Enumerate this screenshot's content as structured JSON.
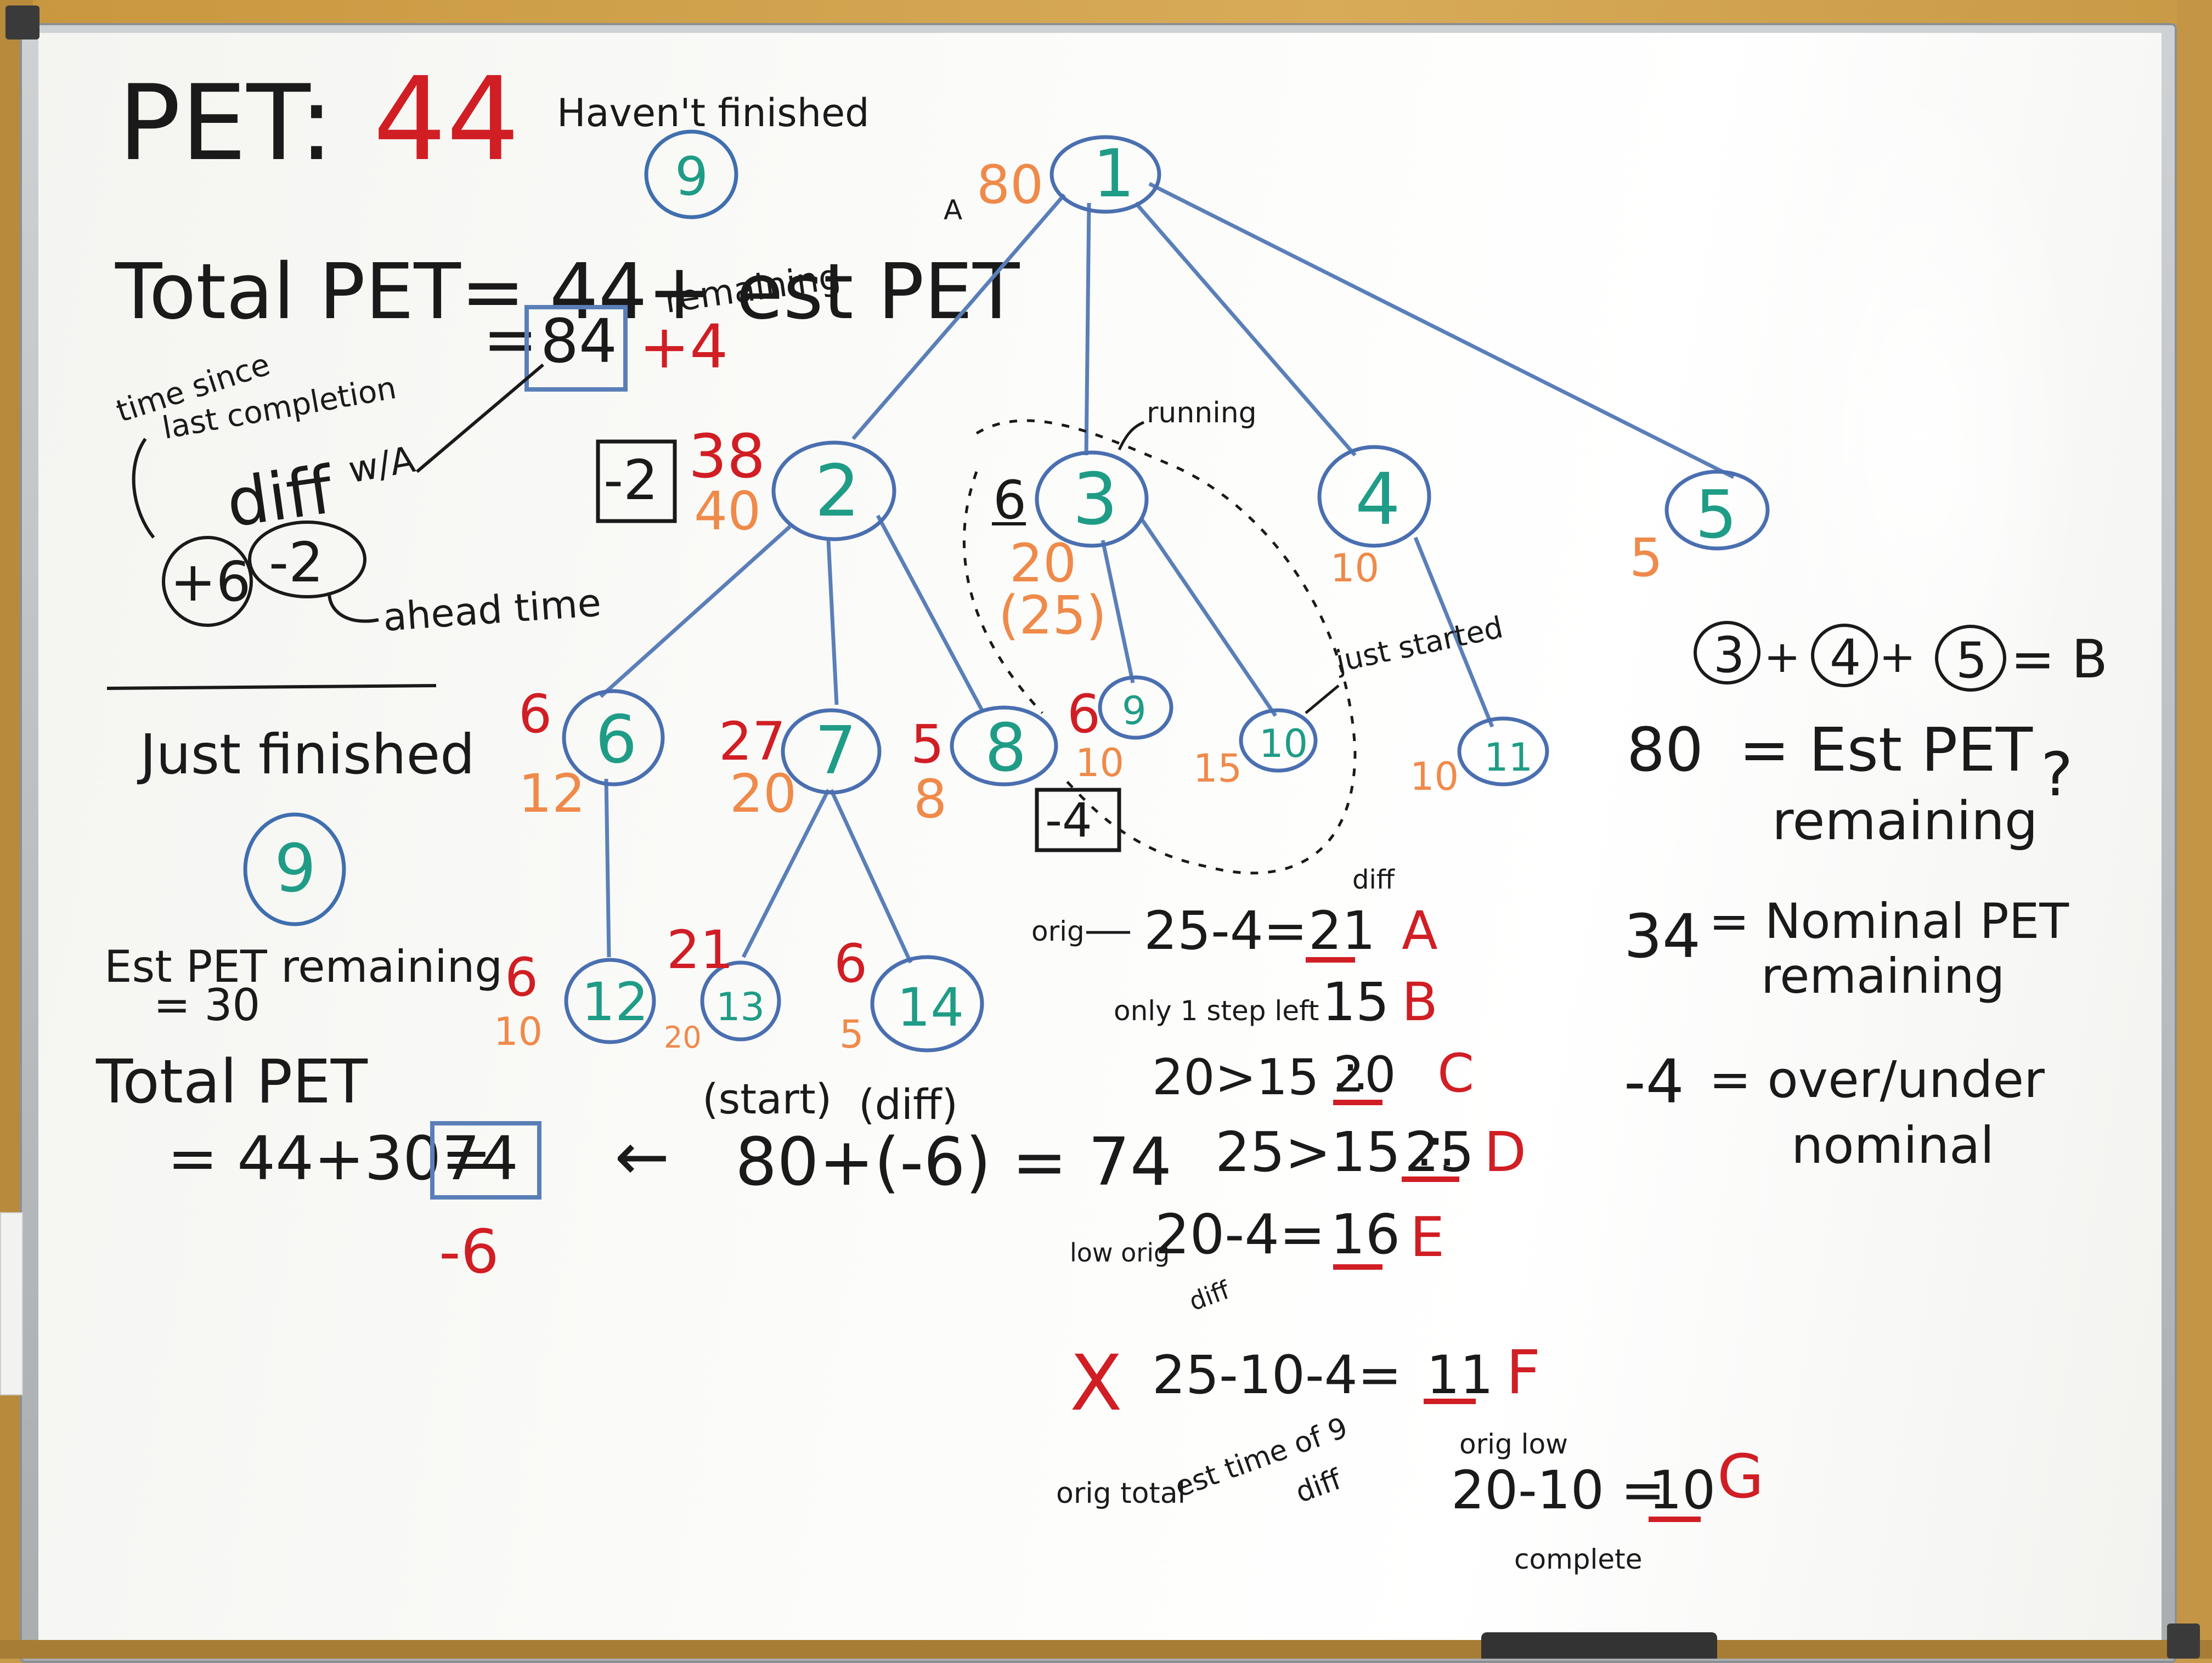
{
  "title": {
    "pet_label": "PET:",
    "pet_value": "44"
  },
  "havent_finished": {
    "label": "Haven't finished",
    "node": "9"
  },
  "total_pet_formula": {
    "line1": "Total PET= 44+ est PET",
    "remaining": "remaining",
    "equals_value": "84",
    "delta": "+4"
  },
  "diff_notes": {
    "time_since": "time since",
    "last_completion": "last completion",
    "diff_label": "diff",
    "wa": "w/A",
    "plus6": "+6",
    "minus2": "-2",
    "ahead_time": "ahead time"
  },
  "just_finished": {
    "label": "Just finished",
    "node": "9",
    "est_pet_remaining": "Est PET remaining",
    "eq30": "= 30",
    "total_pet": "Total PET",
    "formula": "= 44+30=",
    "boxed": "74",
    "delta": "-6",
    "arrow": "←",
    "start_label": "(start)",
    "diff_label": "(diff)",
    "calc": "80+(-6) = 74"
  },
  "tree": {
    "root": {
      "id": "1",
      "letter": "A",
      "est": "80"
    },
    "n2": {
      "id": "2",
      "red": "38",
      "orange": "40",
      "boxed": "-2"
    },
    "n3": {
      "id": "3",
      "running": "running",
      "under": "6",
      "orange": "20",
      "orange2": "(25)"
    },
    "n4": {
      "id": "4",
      "orange": "10"
    },
    "n5": {
      "id": "5",
      "orange": "5"
    },
    "n6": {
      "id": "6",
      "red": "6",
      "orange": "12"
    },
    "n7": {
      "id": "7",
      "red": "27",
      "orange": "20"
    },
    "n8": {
      "id": "8",
      "red": "5",
      "orange": "8"
    },
    "n9": {
      "id": "9",
      "red": "6",
      "orange": "10",
      "boxed": "-4"
    },
    "n10": {
      "id": "10",
      "orange": "15",
      "note": "just started"
    },
    "n11": {
      "id": "11",
      "orange": "10"
    },
    "n12": {
      "id": "12",
      "red": "6",
      "orange": "10"
    },
    "n13": {
      "id": "13",
      "red": "21",
      "orange": "20"
    },
    "n14": {
      "id": "14",
      "red": "6",
      "orange": "5"
    }
  },
  "calcs": {
    "a": {
      "pre": "orig",
      "expr": "25-4=",
      "result": "21",
      "letter": "A",
      "note": "diff"
    },
    "b": {
      "pre": "only 1 step left",
      "result": "15",
      "letter": "B"
    },
    "c": {
      "expr": "20>15 ∴",
      "result": "20",
      "letter": "C"
    },
    "d": {
      "expr": "25>15 ∴",
      "result": "25",
      "letter": "D"
    },
    "e": {
      "pre": "low orig",
      "expr": "20-4=",
      "result": "16",
      "letter": "E",
      "note": "diff"
    },
    "f": {
      "mark": "X",
      "expr": "25-10-4=",
      "result": "11",
      "letter": "F",
      "n1": "orig total",
      "n2": "est time of 9",
      "n3": "diff"
    },
    "g": {
      "expr": "20-10 =",
      "result": "10",
      "letter": "G",
      "top": "orig low",
      "bottom": "complete"
    }
  },
  "right_panel": {
    "sum": {
      "a": "3",
      "b": "4",
      "c": "5",
      "eq": "= B",
      "plus": "+"
    },
    "l1": {
      "num": "80",
      "text": "= Est PET",
      "text2": "remaining",
      "q": "?"
    },
    "l2": {
      "num": "34",
      "text": "= Nominal PET",
      "text2": "remaining"
    },
    "l3": {
      "num": "-4",
      "text": "= over/under",
      "text2": "nominal"
    }
  }
}
